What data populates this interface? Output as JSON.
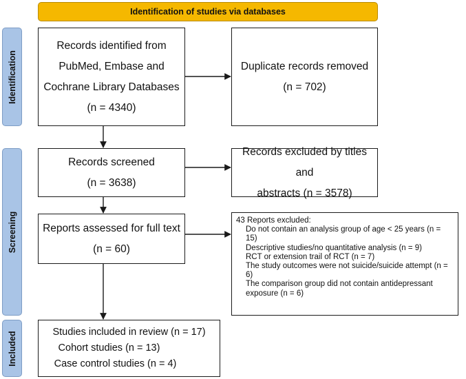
{
  "header": {
    "title": "Identification of studies via databases"
  },
  "phases": {
    "identification": "Identification",
    "screening": "Screening",
    "included": "Included"
  },
  "boxes": {
    "records_identified": [
      "Records identified from",
      "PubMed, Embase and",
      "Cochrane Library Databases",
      "(n = 4340)"
    ],
    "duplicates": [
      "Duplicate records removed",
      "(n = 702)"
    ],
    "screened": [
      "Records screened",
      "(n = 3638)"
    ],
    "excluded_titles": [
      "Records excluded by titles and",
      "abstracts (n = 3578)"
    ],
    "full_text": [
      "Reports assessed for full text",
      "(n = 60)"
    ],
    "reports_excluded": {
      "heading": "43 Reports excluded:",
      "items": [
        "Do not contain an analysis group of age < 25 years (n = 15)",
        "Descriptive studies/no quantitative analysis (n = 9)",
        "RCT or extension trail of RCT (n = 7)",
        "The study outcomes were not suicide/suicide attempt (n = 6)",
        "The comparison group did not contain antidepressant exposure (n = 6)"
      ]
    },
    "included": [
      "Studies included in review (n = 17)",
      "Cohort studies (n = 13)",
      "Case control studies (n = 4)"
    ]
  },
  "colors": {
    "header_fill": "#f5b800",
    "phase_fill": "#a9c4e6",
    "line": "#1a1a1a"
  }
}
